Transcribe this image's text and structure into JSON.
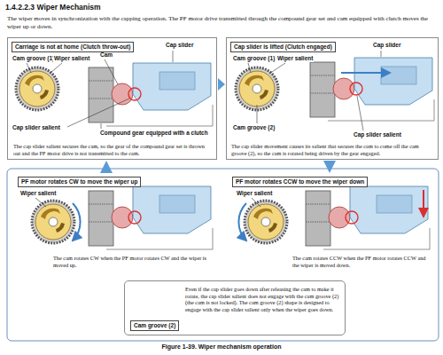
{
  "diagram": {
    "title": "1.4.2.2.3 Wiper Mechanism",
    "caption": "Figure 1-39. Wiper mechanism operation",
    "nodes": [
      {
        "text": [
          "Carriage is not at home (Clutch throw-out)",
          "The cap slider salient secures the cam, so the gear of the compound gear set is thrown out and the PF motor drive is not transmitted to the cam."
        ]
      },
      {
        "text": [
          "Cap slider is lifted (Clutch engaged)",
          "The cap slider movement causes its salient that secures the cam to come off the cam groove (2), so the cam is rotated being driven by the gear engaged."
        ]
      },
      {
        "text": [
          "PF motor rotates CW to move the wiper up",
          "The cam rotates CW when the PF motor rotates CW and the wiper is moved up."
        ]
      },
      {
        "text": [
          "PF motor rotates CCW to move the wiper down",
          "The cam rotates CCW when the PF motor rotates CCW and the wiper is moved down."
        ]
      },
      {
        "text": [
          "Even if the cap slider goes down after releasing the cam to make it rotate, the cap slider salient does not engage with the cam groove (2) (the cam is not locked). The cam groove (2) shape is designed to engage with the cap slider salient only when the wiper goes down."
        ]
      },
      {
        "text": [
          "Cam groove (2)"
        ],
        "in": 4
      }
    ],
    "edges": [
      {
        "from": 0,
        "to": 1,
        "arrow": "to"
      },
      {
        "from": 1,
        "to": 3,
        "arrow": "to"
      },
      {
        "from": 2,
        "to": 0,
        "arrow": "to"
      }
    ],
    "labels": [
      "The wiper moves in synchronization with the capping operation. The PF motor drive transmitted through the compound gear set and cam equipped with clutch moves the wiper up or down.",
      "Cap slider",
      "Cam groove (1)",
      "Wiper salient",
      "Cam",
      "Cap slider salient",
      "Compound gear equipped with a clutch",
      "Cap slider",
      "Cam groove (1)",
      "Wiper salient",
      "Cam groove (2)",
      "Cap slider salient",
      "Wiper salient",
      "Wiper salient"
    ]
  }
}
